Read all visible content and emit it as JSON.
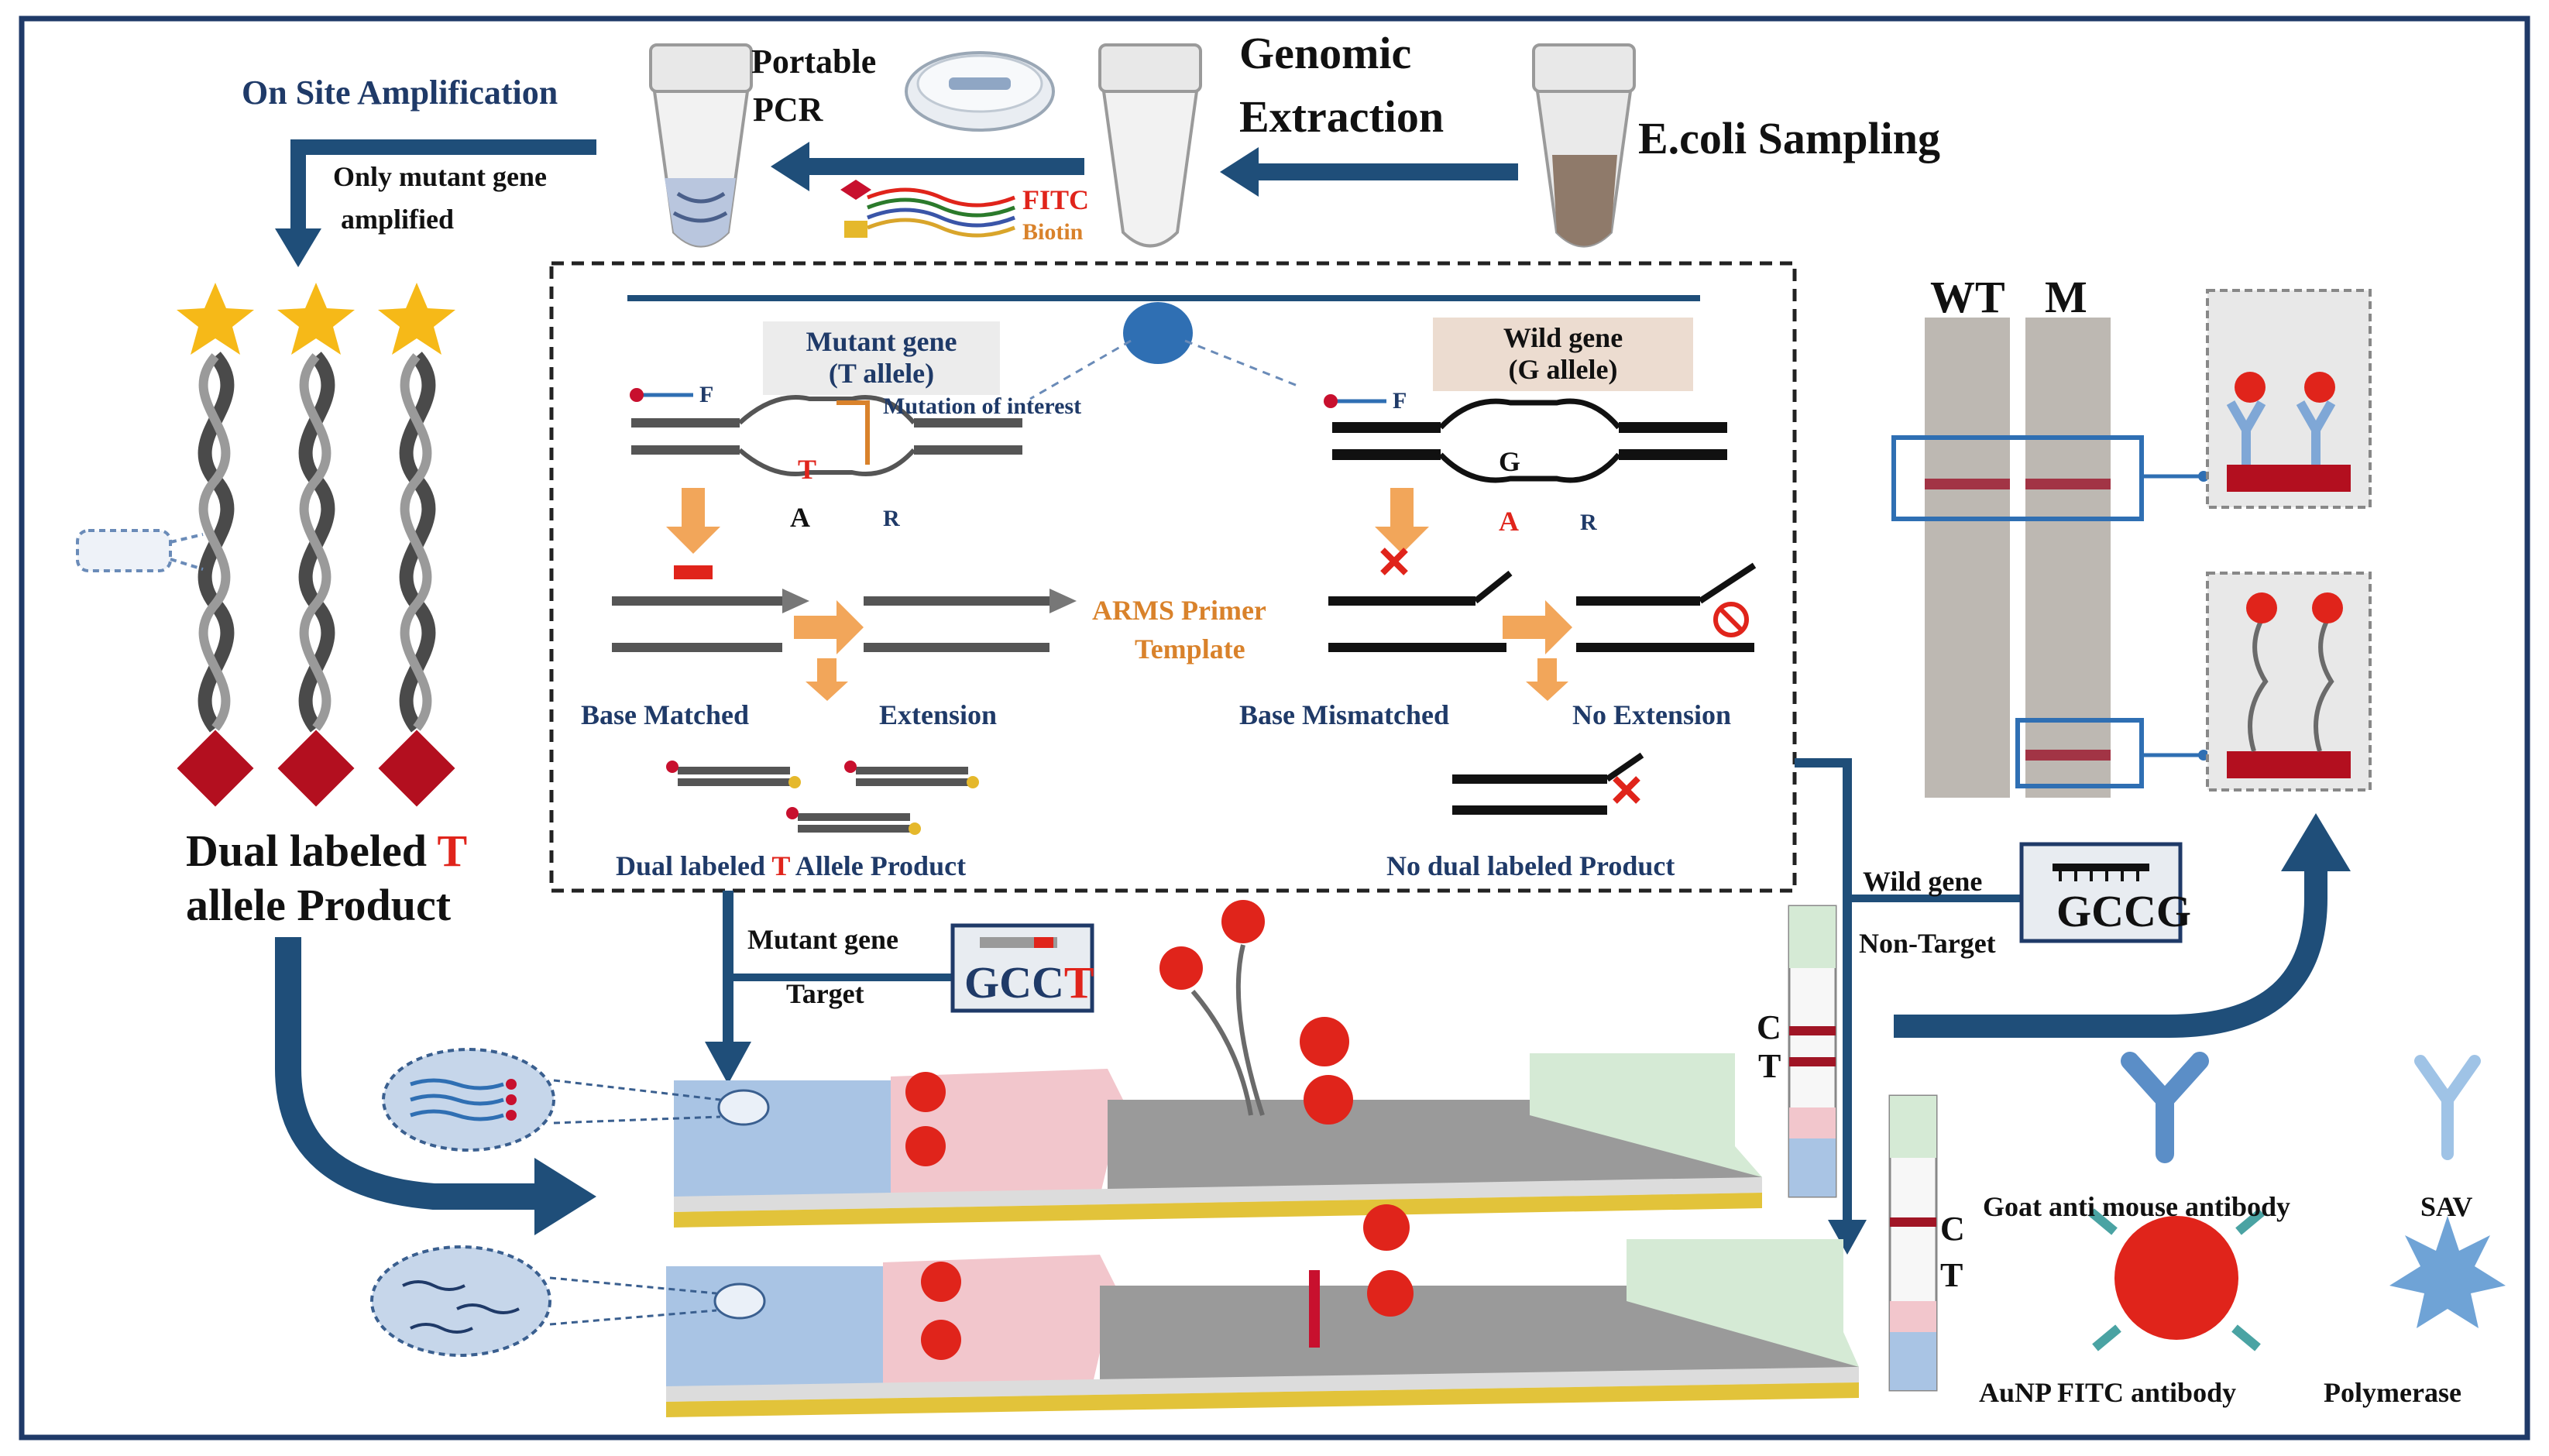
{
  "labels": {
    "on_site": "On Site Amplification",
    "portable": "Portable",
    "pcr": "PCR",
    "genomic": "Genomic",
    "extraction": "Extraction",
    "ecoli": "E.coli Sampling",
    "only_mutant": "Only mutant gene",
    "amplified": "amplified",
    "fitc": "FITC",
    "biotin": "Biotin",
    "mutant_gene": "Mutant gene",
    "t_allele": "(T allele)",
    "wild_gene": "Wild gene",
    "g_allele": "(G allele)",
    "mutation": "Mutation of interest",
    "f": "F",
    "r": "R",
    "t": "T",
    "a": "A",
    "g": "G",
    "armas": "ARMS Primer",
    "template": "Template",
    "base_matched": "Base Matched",
    "extension": "Extension",
    "base_mismatched": "Base Mismatched",
    "no_extension": "No Extension",
    "dual_prefix": "Dual labeled",
    "dual_t": "T",
    "dual_suffix": "Allele Product",
    "no_dual": "No dual labeled Product",
    "dual_left_1": "Dual labeled",
    "dual_left_t": "T",
    "dual_left_2": "allele Product",
    "mutant_target_1": "Mutant gene",
    "mutant_target_2": "Target",
    "gcct": "GCC",
    "gcct_t": "T",
    "wild_nt_1": "Wild gene",
    "wild_nt_2": "Non-Target",
    "gccg": "GCCG",
    "wt": "WT",
    "m": "M",
    "c": "C",
    "t_line": "T",
    "goat": "Goat anti mouse antibody",
    "sav": "SAV",
    "aunp": "AuNP FITC antibody",
    "polymerase": "Polymerase"
  }
}
